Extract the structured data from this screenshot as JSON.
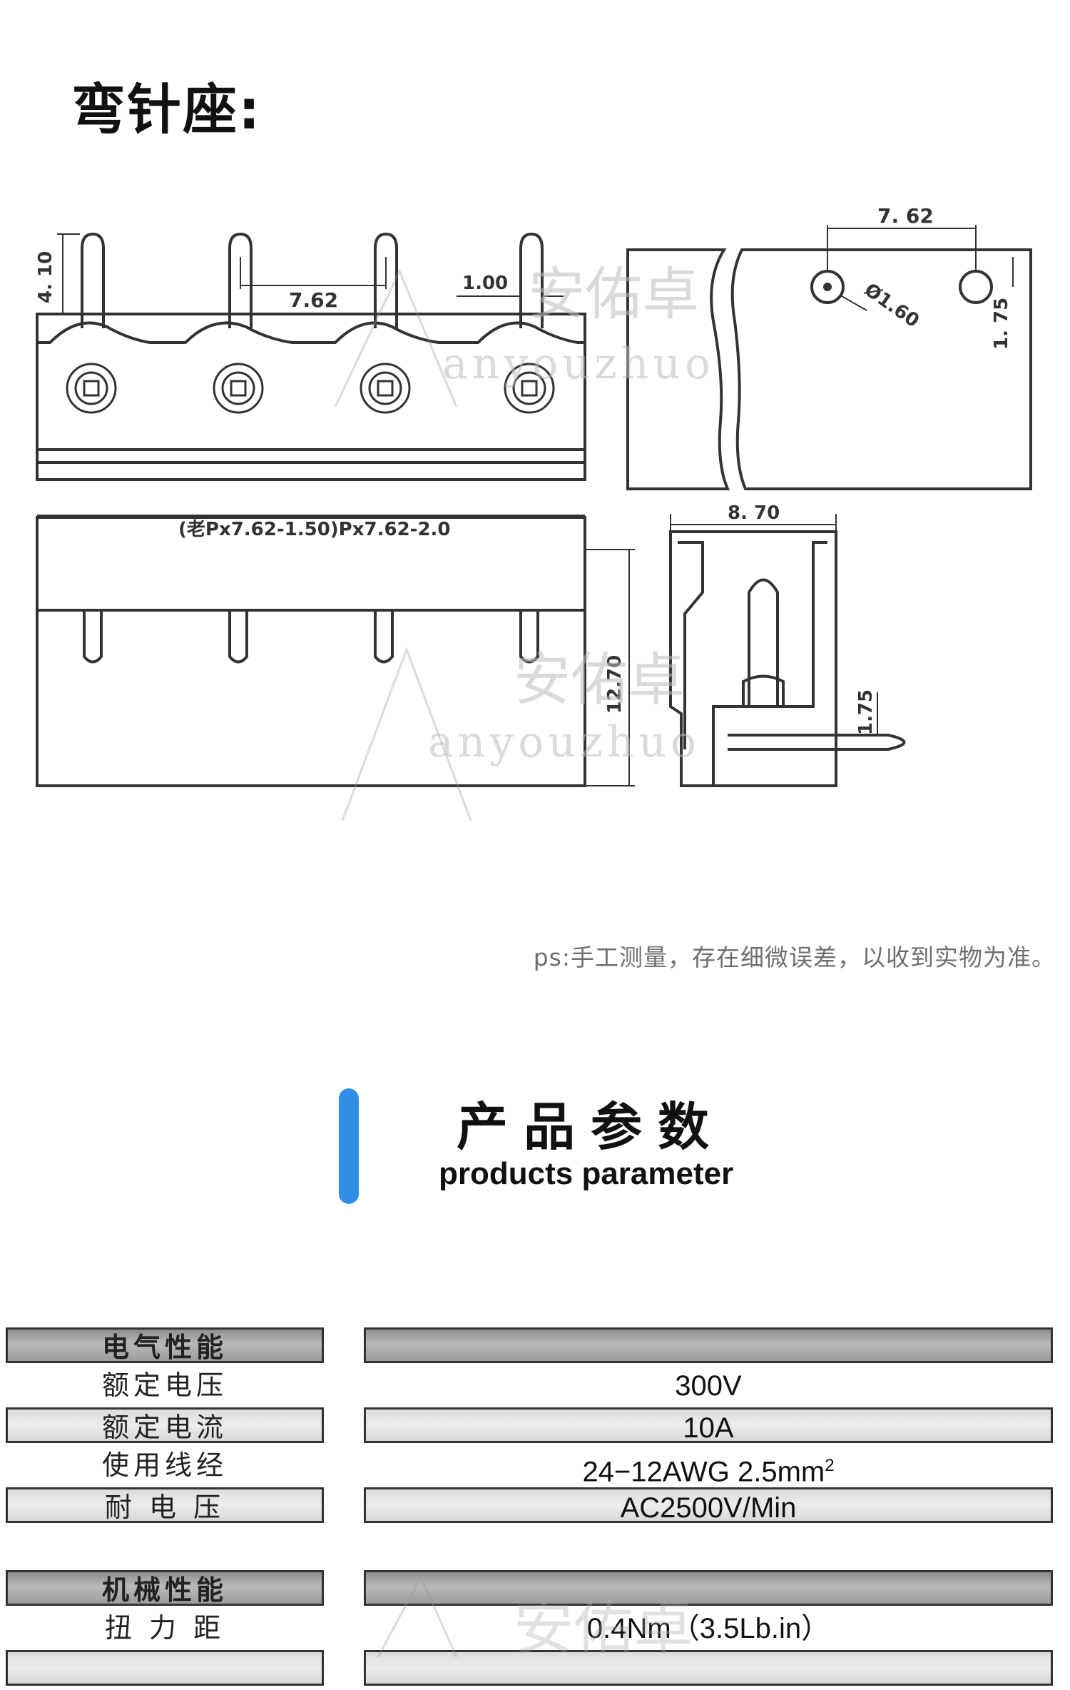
{
  "page": {
    "title": "弯针座:"
  },
  "drawing": {
    "dims": {
      "pin_height": "4. 10",
      "pitch_top": "7.62",
      "pin_width": "1.00",
      "side_pitch": "7. 62",
      "hole_dia": "Ø1.60",
      "hole_offset": "1. 75",
      "length_label": "(老Px7.62-1.50)Px7.62-2.0",
      "height": "12.70",
      "depth": "8. 70",
      "pin_offset": "1.75"
    },
    "watermark": {
      "cn": "安佑卓",
      "en": "anyouzhuo"
    }
  },
  "note": "ps:手工测量，存在细微误差，以收到实物为准。",
  "section": {
    "cn": "产品参数",
    "en": "products  parameter",
    "accent": "#2f8fe6"
  },
  "params": {
    "electrical": {
      "header": "电气性能",
      "rows": [
        {
          "label": "额定电压",
          "value": "300V"
        },
        {
          "label": "额定电流",
          "value": "10A"
        },
        {
          "label": "使用线经",
          "value": "24−12AWG    2.5mm",
          "sup": "2"
        },
        {
          "label": "耐 电 压",
          "value": "AC2500V/Min"
        }
      ]
    },
    "mechanical": {
      "header": "机械性能",
      "rows": [
        {
          "label": "扭 力 距",
          "value": "0.4Nm（3.5Lb.in）"
        }
      ]
    }
  }
}
